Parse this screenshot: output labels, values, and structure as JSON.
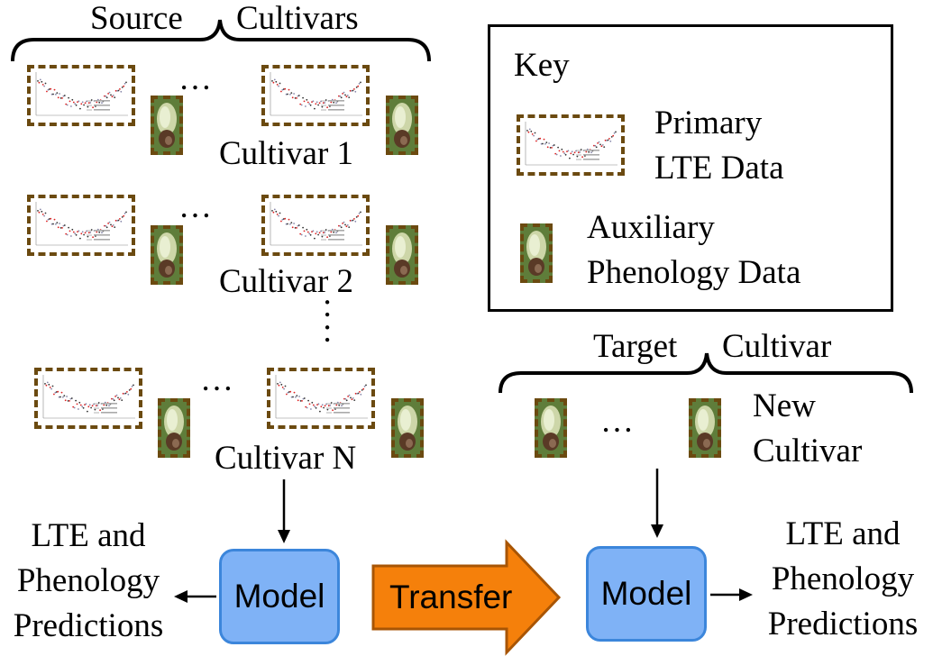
{
  "source_title_left": "Source",
  "source_title_right": "Cultivars",
  "ellipsis": "…",
  "vertical_ellipsis": ":",
  "cultivars": [
    {
      "label": "Cultivar 1"
    },
    {
      "label": "Cultivar 2"
    },
    {
      "label": "Cultivar N"
    }
  ],
  "key": {
    "title": "Key",
    "primary_line1": "Primary",
    "primary_line2": "LTE Data",
    "aux_line1": "Auxiliary",
    "aux_line2": "Phenology Data"
  },
  "target_title_left": "Target",
  "target_title_right": "Cultivar",
  "new_cultivar_line1": "New",
  "new_cultivar_line2": "Cultivar",
  "model_left": "Model",
  "model_right": "Model",
  "transfer": "Transfer",
  "pred_left": [
    "LTE and",
    "Phenology",
    "Predictions"
  ],
  "pred_right": [
    "LTE and",
    "Phenology",
    "Predictions"
  ],
  "colors": {
    "model_fill": "#7fb2f6",
    "model_border": "#3c86db",
    "transfer_fill": "#f5800b",
    "dashed_border": "#6b4a10"
  }
}
